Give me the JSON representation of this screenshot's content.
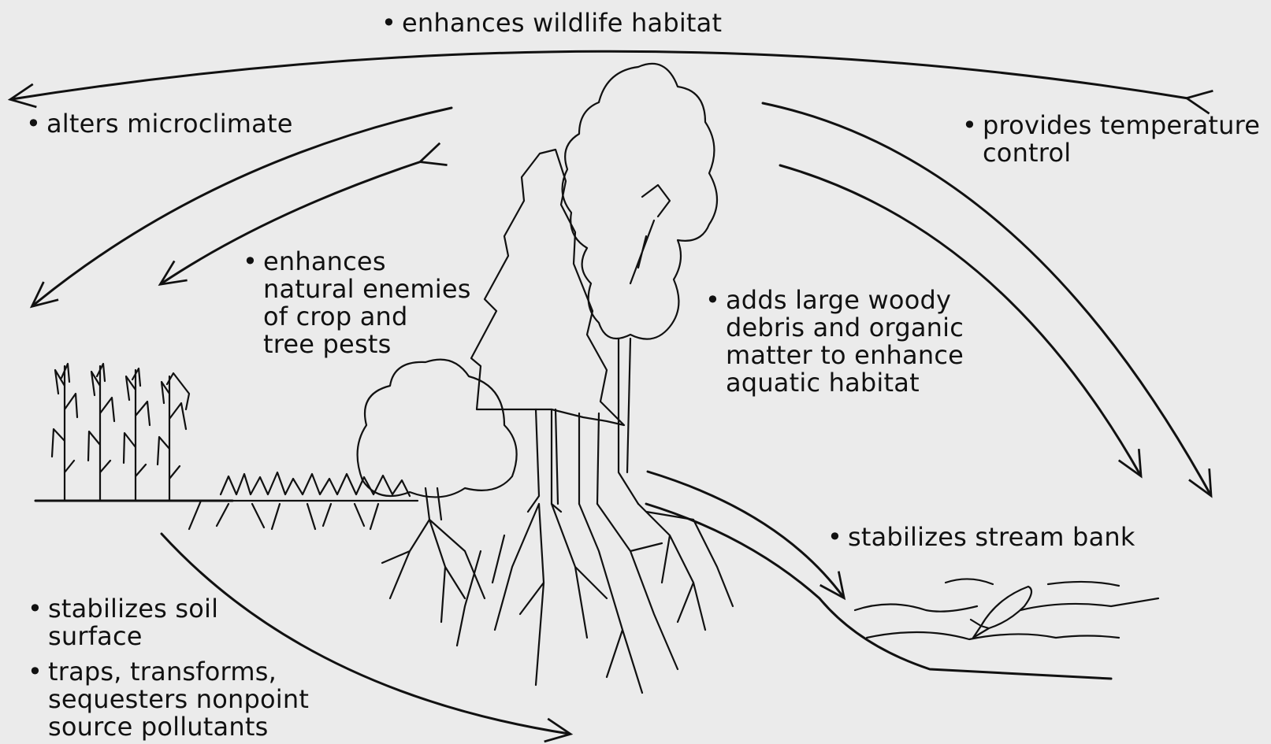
{
  "labels": {
    "wildlife": "enhances wildlife habitat",
    "microclimate": "alters microclimate",
    "temperature": [
      "provides temperature",
      "control"
    ],
    "enemies": [
      "enhances",
      "natural enemies",
      "of crop and",
      "tree pests"
    ],
    "debris": [
      "adds large woody",
      "debris and organic",
      "matter to enhance",
      "aquatic habitat"
    ],
    "streambank": "stabilizes stream bank",
    "soil": [
      "stabilizes soil",
      "surface"
    ],
    "pollutants": [
      "traps, transforms,",
      "sequesters nonpoint",
      "source pollutants"
    ]
  },
  "bullet": "•"
}
